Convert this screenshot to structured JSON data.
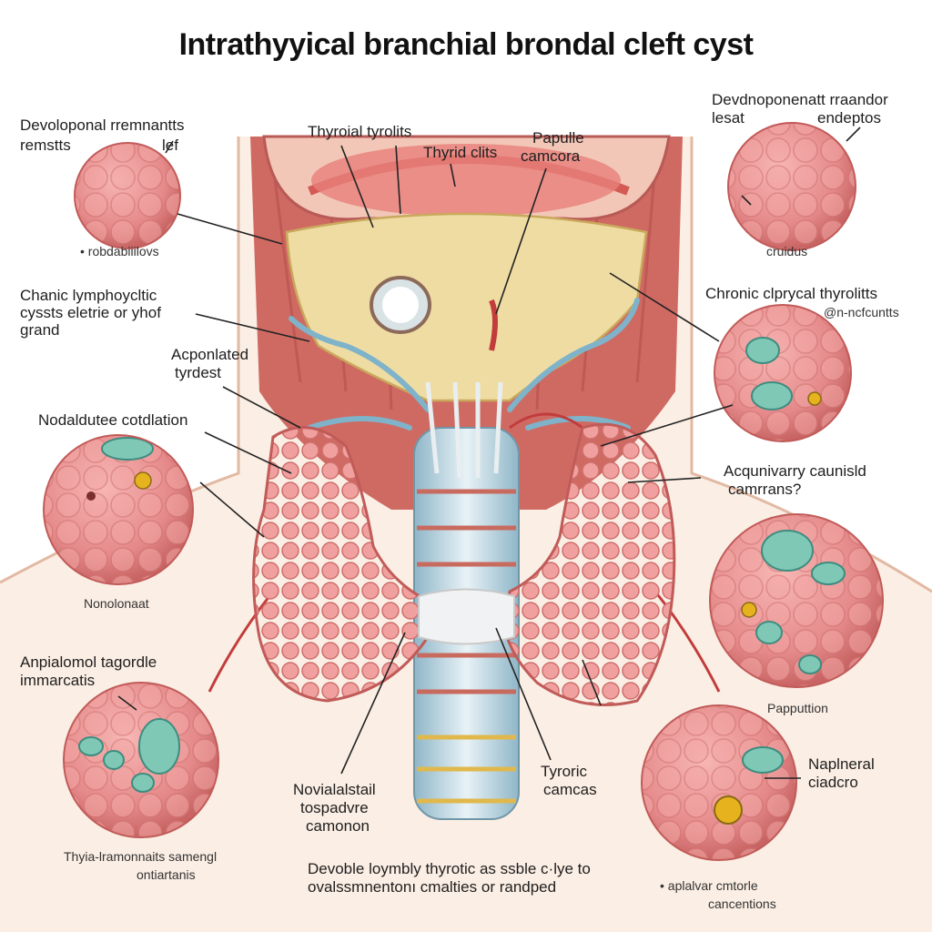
{
  "title": "Intrathyyical branchial brondal cleft cyst",
  "labels": {
    "top_left_1": "Devoloponal rremnantts",
    "top_left_2": "remstts",
    "top_left_3": "lef",
    "top_left_small": "• robdabiiilovs",
    "thyroial": "Thyroial tyrolits",
    "thyrid": "Thyrid clits",
    "papulle_1": "Papulle",
    "papulle_2": "camcora",
    "top_right_1": "Devdnoponenatt rraandor",
    "top_right_2": "lesat",
    "top_right_3": "endeptos",
    "top_right_small": "cruidus",
    "chronic_left_1": "Chanic lymphoycltic",
    "chronic_left_2": "cyssts eletrie or yhof",
    "chronic_left_3": "grand",
    "chronic_right": "Chronic clprycal thyrolitts",
    "chronic_right_small": "@n-ncfcuntts",
    "acponlated_1": "Acponlated",
    "acponlated_2": "tyrdest",
    "nodal": "Nodaldutee cotdlation",
    "acqun_1": "Acqunivarry caunisld",
    "acqun_2": "camrrans?",
    "nonolonaat": "Nonolonaat",
    "papputtion": "Papputtion",
    "anpialomol_1": "Anpialomol tagordle",
    "anpialomol_2": "immarcatis",
    "novial_1": "Novialalstail",
    "novial_2": "tospadvre",
    "novial_3": "camonon",
    "tyroric_1": "Tyroric",
    "tyroric_2": "camcas",
    "naplneral_1": "Naplneral",
    "naplneral_2": "ciadcro",
    "bottom_left_1": "Thyia-lramonnaits samengl",
    "bottom_left_2": "ontiartanis",
    "bottom_center_1": "Devoble loymbly thyrotic as ssble c·lye to",
    "bottom_center_2": "ovalssmnentonı cmalties or randped",
    "bottom_right_1": "• aplalvar cmtorle",
    "bottom_right_2": "cancentions"
  },
  "colors": {
    "tissue": "#e88e8c",
    "tissue_dark": "#c9605e",
    "fat": "#efdca3",
    "vessel": "#7fb3c9",
    "trachea": "#b9d3de",
    "cyst": "#7fc8b6",
    "yellow_nodule": "#e6b21e",
    "skin": "#f6dcc8"
  }
}
